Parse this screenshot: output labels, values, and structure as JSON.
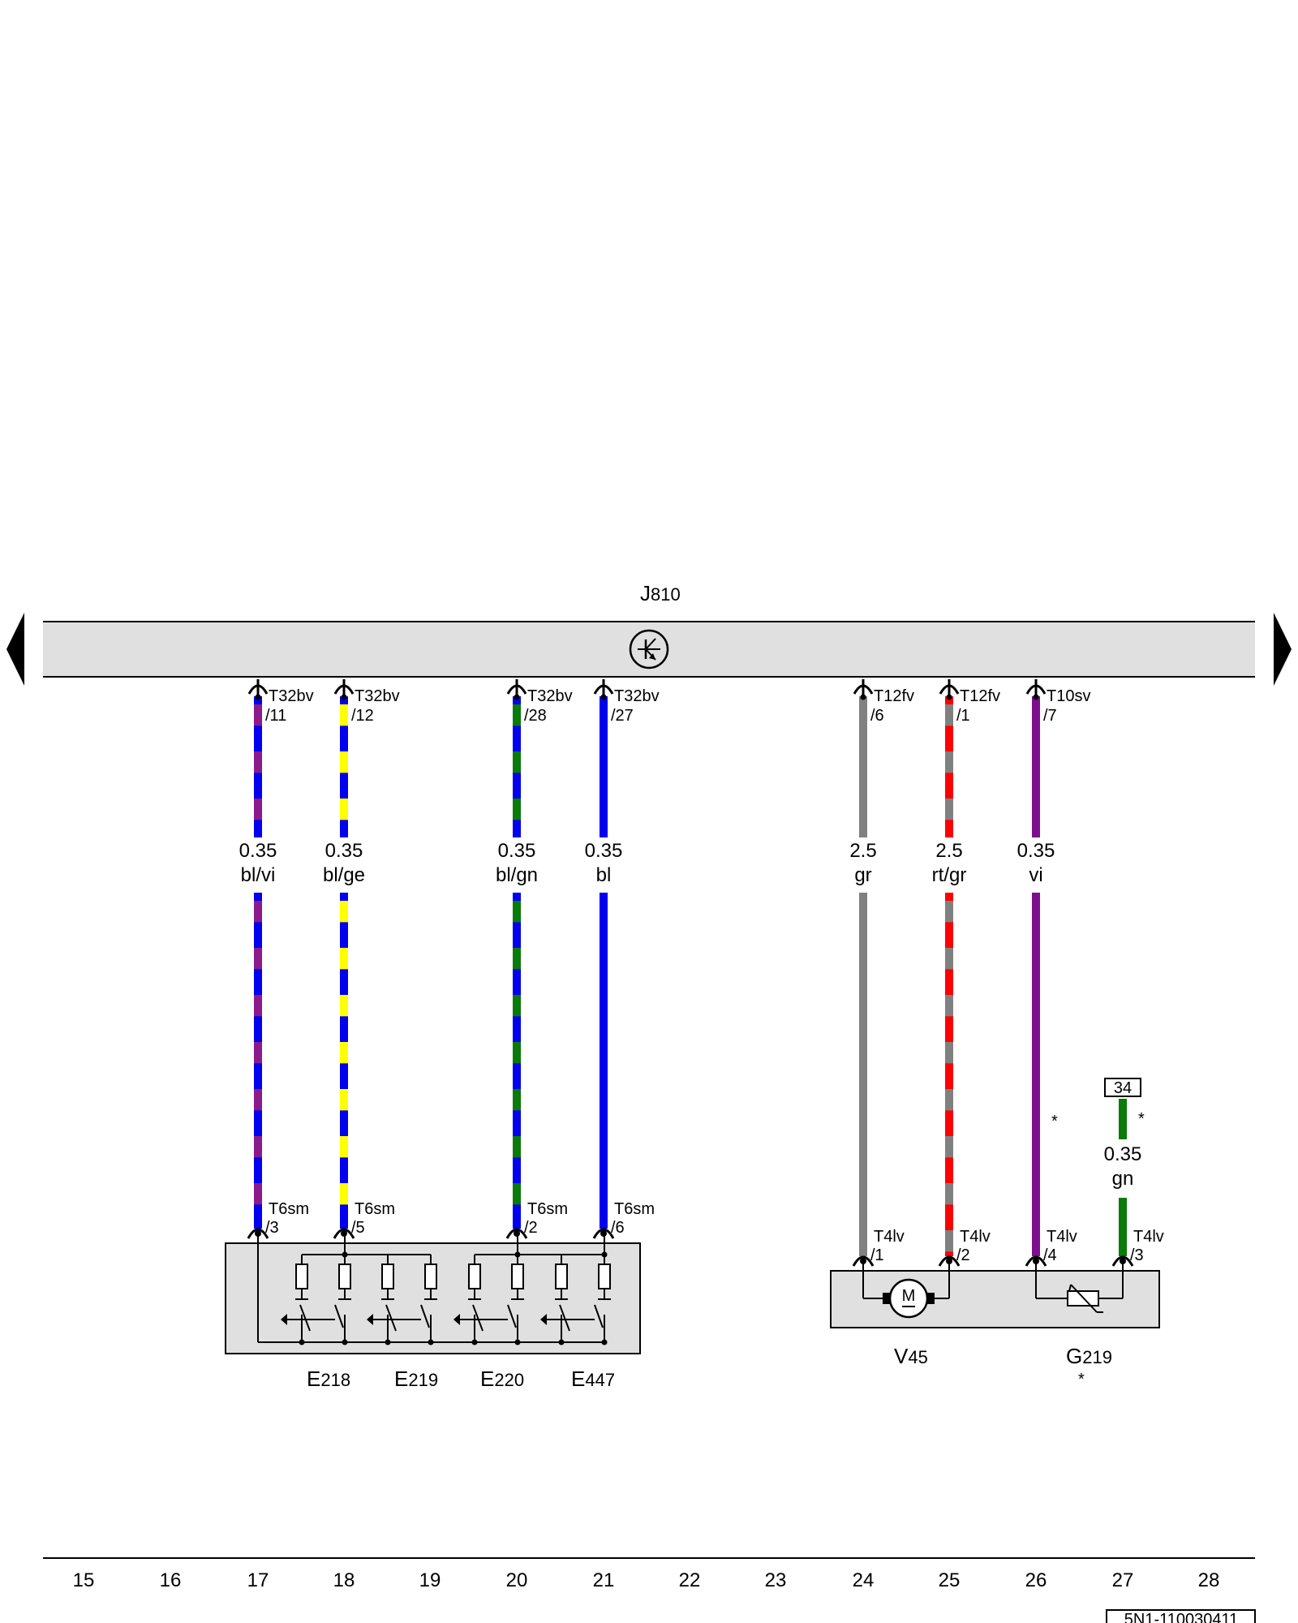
{
  "control_unit": {
    "label_main": "J",
    "label_sub": "810"
  },
  "navigation": {
    "prev_icon": "triangle-left-icon",
    "next_icon": "triangle-right-icon"
  },
  "wires": [
    {
      "id": "w17",
      "col": 17,
      "size": "0.35",
      "color": "bl/vi",
      "top_connector": {
        "name": "T32bv",
        "pin": "/11"
      },
      "bottom_connector": {
        "name": "T6sm",
        "pin": "/3"
      },
      "base_color": "#0000ee",
      "stripe_color": "#8b1a8b"
    },
    {
      "id": "w18",
      "col": 18,
      "size": "0.35",
      "color": "bl/ge",
      "top_connector": {
        "name": "T32bv",
        "pin": "/12"
      },
      "bottom_connector": {
        "name": "T6sm",
        "pin": "/5"
      },
      "base_color": "#0000ee",
      "stripe_color": "#ffff00"
    },
    {
      "id": "w20",
      "col": 20,
      "size": "0.35",
      "color": "bl/gn",
      "top_connector": {
        "name": "T32bv",
        "pin": "/28"
      },
      "bottom_connector": {
        "name": "T6sm",
        "pin": "/2"
      },
      "base_color": "#0000ee",
      "stripe_color": "#0a7a0a"
    },
    {
      "id": "w21",
      "col": 21,
      "size": "0.35",
      "color": "bl",
      "top_connector": {
        "name": "T32bv",
        "pin": "/27"
      },
      "bottom_connector": {
        "name": "T6sm",
        "pin": "/6"
      },
      "base_color": "#0000ee",
      "stripe_color": null
    },
    {
      "id": "w24",
      "col": 24,
      "size": "2.5",
      "color": "gr",
      "top_connector": {
        "name": "T12fv",
        "pin": "/6"
      },
      "bottom_connector": {
        "name": "T4lv",
        "pin": "/1"
      },
      "base_color": "#808080",
      "stripe_color": null
    },
    {
      "id": "w25",
      "col": 25,
      "size": "2.5",
      "color": "rt/gr",
      "top_connector": {
        "name": "T12fv",
        "pin": "/1"
      },
      "bottom_connector": {
        "name": "T4lv",
        "pin": "/2"
      },
      "base_color": "#ff0000",
      "stripe_color": "#808080"
    },
    {
      "id": "w26",
      "col": 26,
      "size": "0.35",
      "color": "vi",
      "top_connector": {
        "name": "T10sv",
        "pin": "/7"
      },
      "bottom_connector": {
        "name": "T4lv",
        "pin": "/4"
      },
      "base_color": "#7d0f8e",
      "stripe_color": null,
      "asterisk": "*"
    }
  ],
  "wire27": {
    "size": "0.35",
    "color": "gn",
    "ref_box": "34",
    "asterisk": "*",
    "bottom_connector": {
      "name": "T4lv",
      "pin": "/3"
    },
    "base_color": "#0a7a0a"
  },
  "switch_components": [
    {
      "main": "E",
      "sub": "218"
    },
    {
      "main": "E",
      "sub": "219"
    },
    {
      "main": "E",
      "sub": "220"
    },
    {
      "main": "E",
      "sub": "447"
    }
  ],
  "motor": {
    "main": "V",
    "sub": "45",
    "symbol": "M"
  },
  "sensor": {
    "main": "G",
    "sub": "219",
    "asterisk": "*"
  },
  "columns": [
    "15",
    "16",
    "17",
    "18",
    "19",
    "20",
    "21",
    "22",
    "23",
    "24",
    "25",
    "26",
    "27",
    "28"
  ],
  "doc_id": "5N1-110030411"
}
